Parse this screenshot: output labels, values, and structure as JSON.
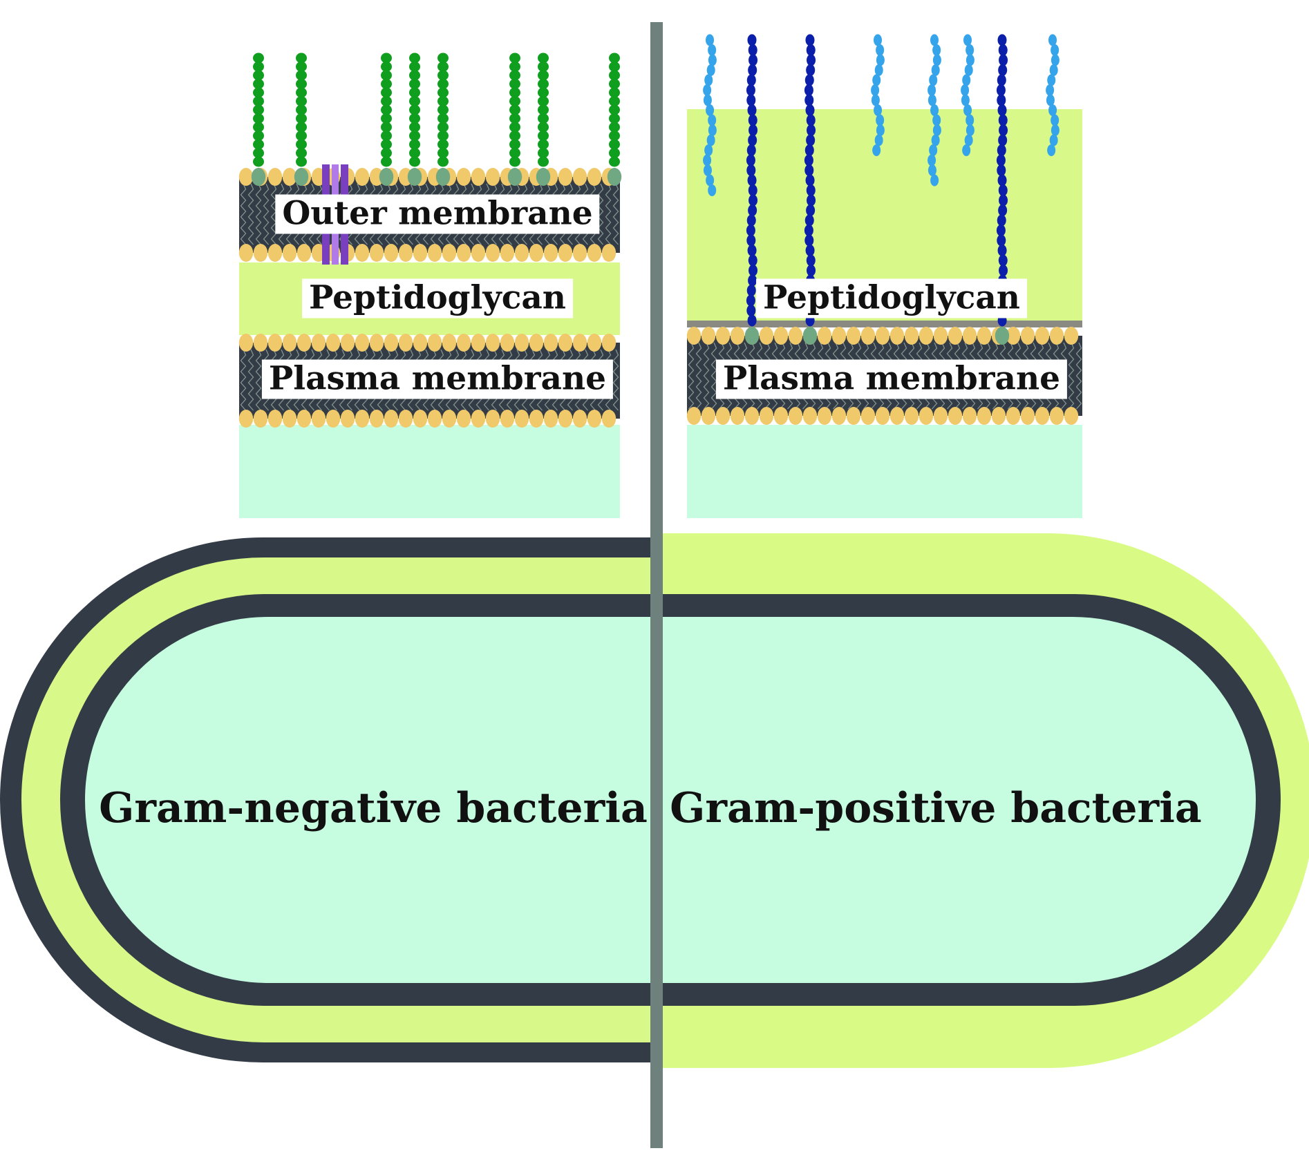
{
  "colors": {
    "cytoplasm": "#c6fde1",
    "peptidoglycan": "#d8f98a",
    "cell_wall_green": "#d9fb86",
    "membrane_dark": "#323b46",
    "lipid_head": "#f0c96b",
    "lipid_tail": "#9fb5a6",
    "anchor_head": "#6fa882",
    "lps_chain": "#0f9e1e",
    "porin_dark": "#7a3fbe",
    "porin_light": "#b07ae8",
    "lipoteichoic_chain": "#0b1faa",
    "wall_teichoic_chain": "#35a4ea",
    "divider": "#6f817d"
  },
  "gram_negative": {
    "outer_membrane_label": "Outer membrane",
    "peptidoglycan_label": "Peptidoglycan",
    "plasma_membrane_label": "Plasma membrane",
    "cell_label": "Gram-negative bacteria"
  },
  "gram_positive": {
    "peptidoglycan_label": "Peptidoglycan",
    "plasma_membrane_label": "Plasma membrane",
    "cell_label": "Gram-positive bacteria"
  }
}
